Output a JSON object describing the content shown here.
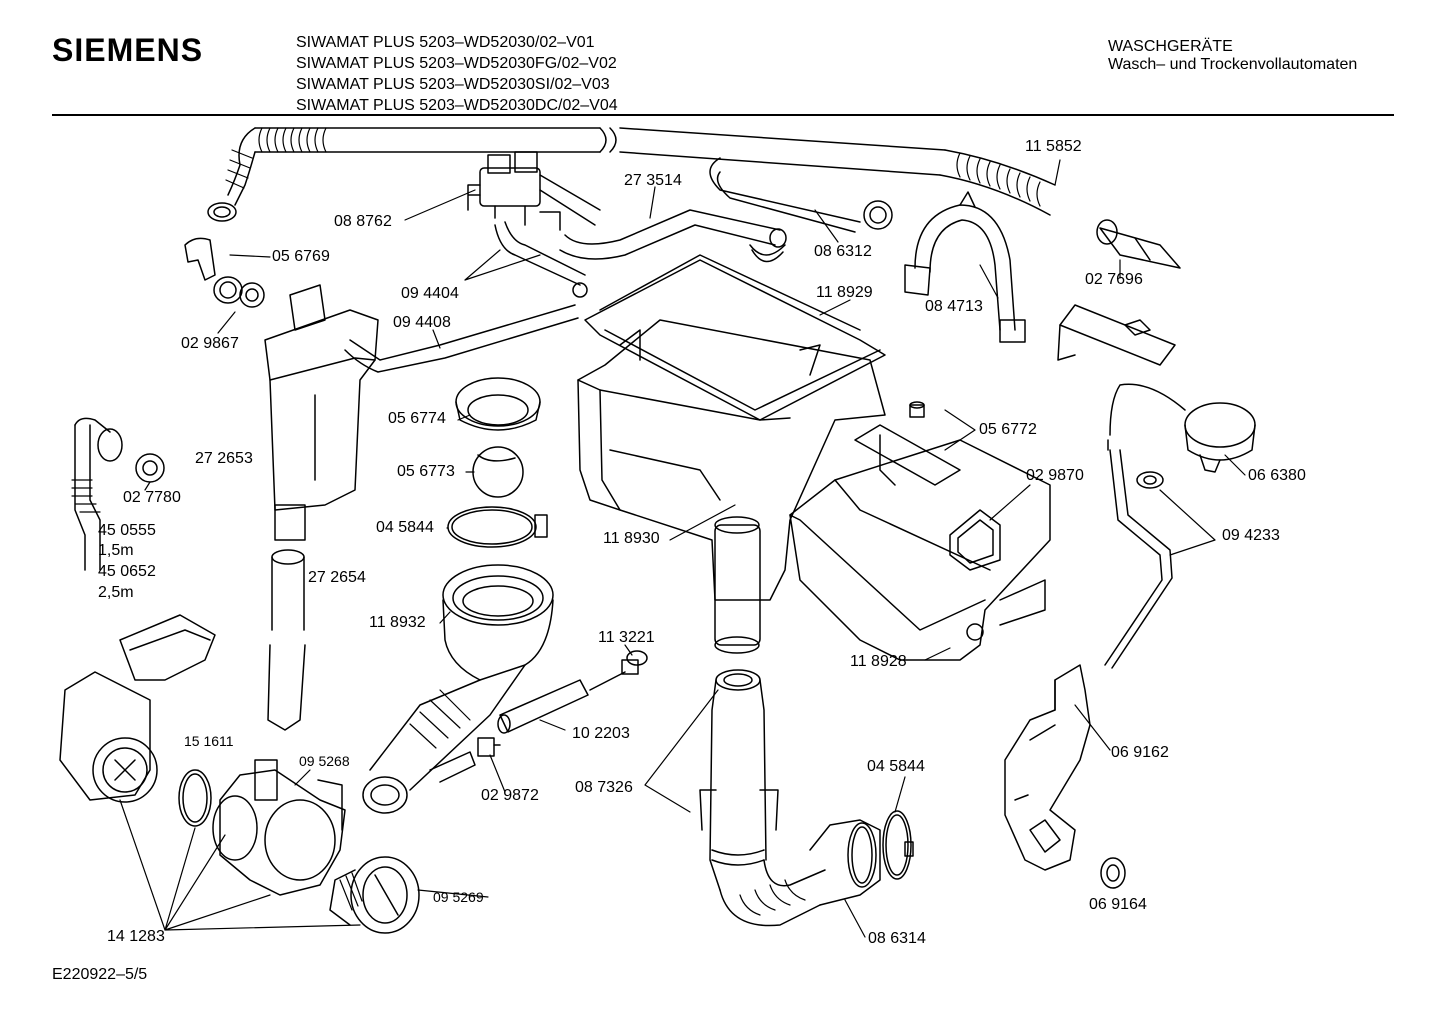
{
  "header": {
    "brand": "SIEMENS",
    "models": [
      "SIWAMAT PLUS 5203–WD52030/02–V01",
      "SIWAMAT PLUS 5203–WD52030FG/02–V02",
      "SIWAMAT PLUS 5203–WD52030SI/02–V03",
      "SIWAMAT PLUS 5203–WD52030DC/02–V04"
    ],
    "category_line1": "WASCHGERÄTE",
    "category_line2": "Wasch– und Trockenvollautomaten"
  },
  "parts": [
    {
      "id": "115852",
      "label": "11 5852"
    },
    {
      "id": "273514",
      "label": "27 3514"
    },
    {
      "id": "088762",
      "label": "08 8762"
    },
    {
      "id": "086312",
      "label": "08 6312"
    },
    {
      "id": "056769",
      "label": "05 6769"
    },
    {
      "id": "094404",
      "label": "09 4404"
    },
    {
      "id": "027696",
      "label": "02 7696"
    },
    {
      "id": "118929",
      "label": "11 8929"
    },
    {
      "id": "084713",
      "label": "08 4713"
    },
    {
      "id": "094408",
      "label": "09 4408"
    },
    {
      "id": "029867",
      "label": "02 9867"
    },
    {
      "id": "056774",
      "label": "05 6774"
    },
    {
      "id": "056772",
      "label": "05 6772"
    },
    {
      "id": "272653",
      "label": "27 2653"
    },
    {
      "id": "056773",
      "label": "05 6773"
    },
    {
      "id": "029870",
      "label": "02 9870"
    },
    {
      "id": "066380",
      "label": "06 6380"
    },
    {
      "id": "027780",
      "label": "02 7780"
    },
    {
      "id": "045844a",
      "label": "04 5844"
    },
    {
      "id": "118930",
      "label": "11 8930"
    },
    {
      "id": "094233",
      "label": "09 4233"
    },
    {
      "id": "450555",
      "label": "45 0555"
    },
    {
      "id": "len15",
      "label": "1,5m"
    },
    {
      "id": "450652",
      "label": "45 0652"
    },
    {
      "id": "len25",
      "label": "2,5m"
    },
    {
      "id": "272654",
      "label": "27 2654"
    },
    {
      "id": "118932",
      "label": "11 8932"
    },
    {
      "id": "113221",
      "label": "11 3221"
    },
    {
      "id": "118928",
      "label": "11 8928"
    },
    {
      "id": "102203",
      "label": "10 2203"
    },
    {
      "id": "151611",
      "label": "15 1611"
    },
    {
      "id": "095268",
      "label": "09 5268"
    },
    {
      "id": "069162",
      "label": "06 9162"
    },
    {
      "id": "045844b",
      "label": "04 5844"
    },
    {
      "id": "087326",
      "label": "08 7326"
    },
    {
      "id": "029872",
      "label": "02 9872"
    },
    {
      "id": "095269",
      "label": "09 5269"
    },
    {
      "id": "069164",
      "label": "06 9164"
    },
    {
      "id": "141283",
      "label": "14 1283"
    },
    {
      "id": "086314",
      "label": "08 6314"
    }
  ],
  "footer": "E220922–5/5"
}
